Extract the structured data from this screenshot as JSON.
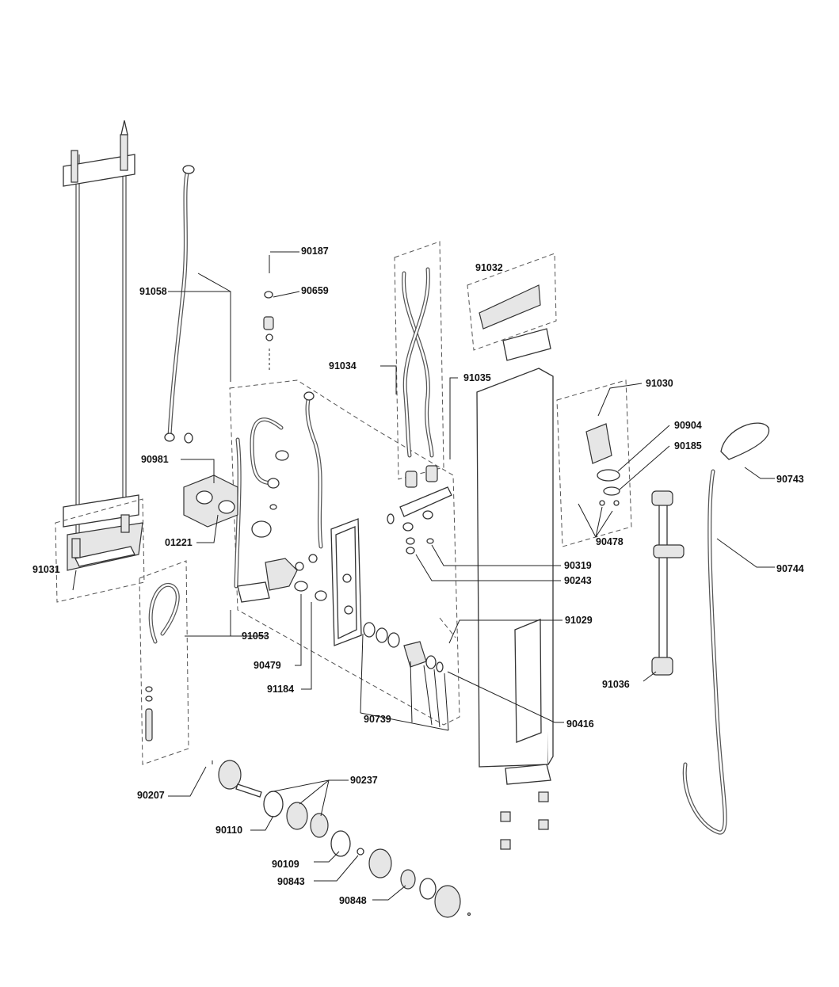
{
  "parts": {
    "p91031": "91031",
    "p91058": "91058",
    "p90187": "90187",
    "p90659": "90659",
    "p91032": "91032",
    "p91034": "91034",
    "p91035": "91035",
    "p91030": "91030",
    "p90904": "90904",
    "p90185": "90185",
    "p90743": "90743",
    "p90981": "90981",
    "p01221": "01221",
    "p90478": "90478",
    "p90744": "90744",
    "p90319": "90319",
    "p90243": "90243",
    "p91029": "91029",
    "p91053": "91053",
    "p90479": "90479",
    "p91184": "91184",
    "p91036": "91036",
    "p90739": "90739",
    "p90416": "90416",
    "p90207": "90207",
    "p90237": "90237",
    "p90110": "90110",
    "p90109": "90109",
    "p90843": "90843",
    "p90848": "90848"
  }
}
